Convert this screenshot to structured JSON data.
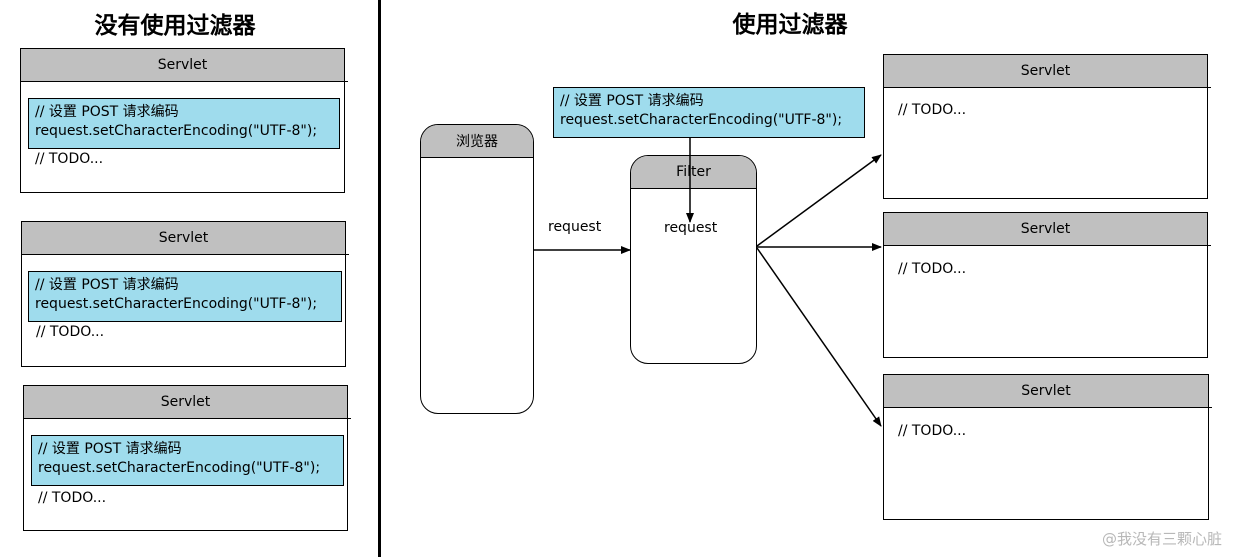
{
  "left": {
    "title": "没有使用过滤器",
    "servlets": [
      {
        "title": "Servlet",
        "code_comment": "// 设置 POST 请求编码",
        "code_line": "request.setCharacterEncoding(\"UTF-8\");",
        "todo": "// TODO..."
      },
      {
        "title": "Servlet",
        "code_comment": "// 设置 POST 请求编码",
        "code_line": "request.setCharacterEncoding(\"UTF-8\");",
        "todo": "// TODO..."
      },
      {
        "title": "Servlet",
        "code_comment": "// 设置 POST 请求编码",
        "code_line": "request.setCharacterEncoding(\"UTF-8\");",
        "todo": "// TODO..."
      }
    ]
  },
  "right": {
    "title": "使用过滤器",
    "browser_label": "浏览器",
    "filter_label": "Filter",
    "filter_code": {
      "comment": "// 设置 POST 请求编码",
      "line": "request.setCharacterEncoding(\"UTF-8\");"
    },
    "request_label_browser": "request",
    "request_label_filter": "request",
    "servlets": [
      {
        "title": "Servlet",
        "todo": "// TODO..."
      },
      {
        "title": "Servlet",
        "todo": "// TODO..."
      },
      {
        "title": "Servlet",
        "todo": "// TODO..."
      }
    ]
  },
  "watermark": "@我没有三颗心脏",
  "colors": {
    "header_gray": "#c0c0c0",
    "code_blue": "#9fdced"
  }
}
